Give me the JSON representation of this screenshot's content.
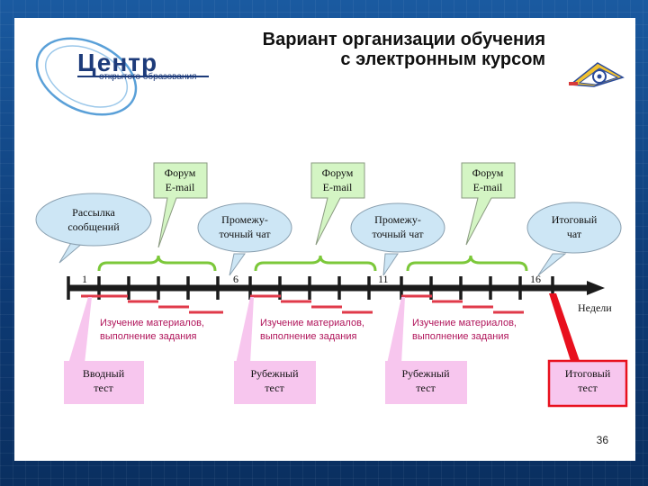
{
  "logo": {
    "word": "Центр",
    "subtitle": "открытого образования"
  },
  "title": {
    "line1": "Вариант организации обучения",
    "line2": "с электронным курсом"
  },
  "timeline": {
    "tick_labels": [
      "1",
      "6",
      "11",
      "16"
    ],
    "axis_label": "Недели"
  },
  "bubbles": {
    "mailing": [
      "Рассылка",
      "сообщений"
    ],
    "forum1": [
      "Форум",
      "E-mail"
    ],
    "interim_chat1": [
      "Промежу-",
      "точный чат"
    ],
    "forum2": [
      "Форум",
      "E-mail"
    ],
    "interim_chat2": [
      "Промежу-",
      "точный чат"
    ],
    "forum3": [
      "Форум",
      "E-mail"
    ],
    "final_chat": [
      "Итоговый",
      "чат"
    ]
  },
  "study_text": [
    "Изучение материалов,",
    "выполнение задания"
  ],
  "tests": {
    "intro": [
      "Вводный",
      "тест"
    ],
    "milestone1": [
      "Рубежный",
      "тест"
    ],
    "milestone2": [
      "Рубежный",
      "тест"
    ],
    "final": [
      "Итоговый",
      "тест"
    ]
  },
  "page_number": "36",
  "colors": {
    "bubble_blue": "#cde6f5",
    "bubble_green": "#d4f5c4",
    "green_bracket": "#7cc83a",
    "pink_box": "#f7c6ee",
    "red_line": "#e03a4a",
    "final_border": "#e8101e",
    "axis": "#1b1b1b"
  }
}
